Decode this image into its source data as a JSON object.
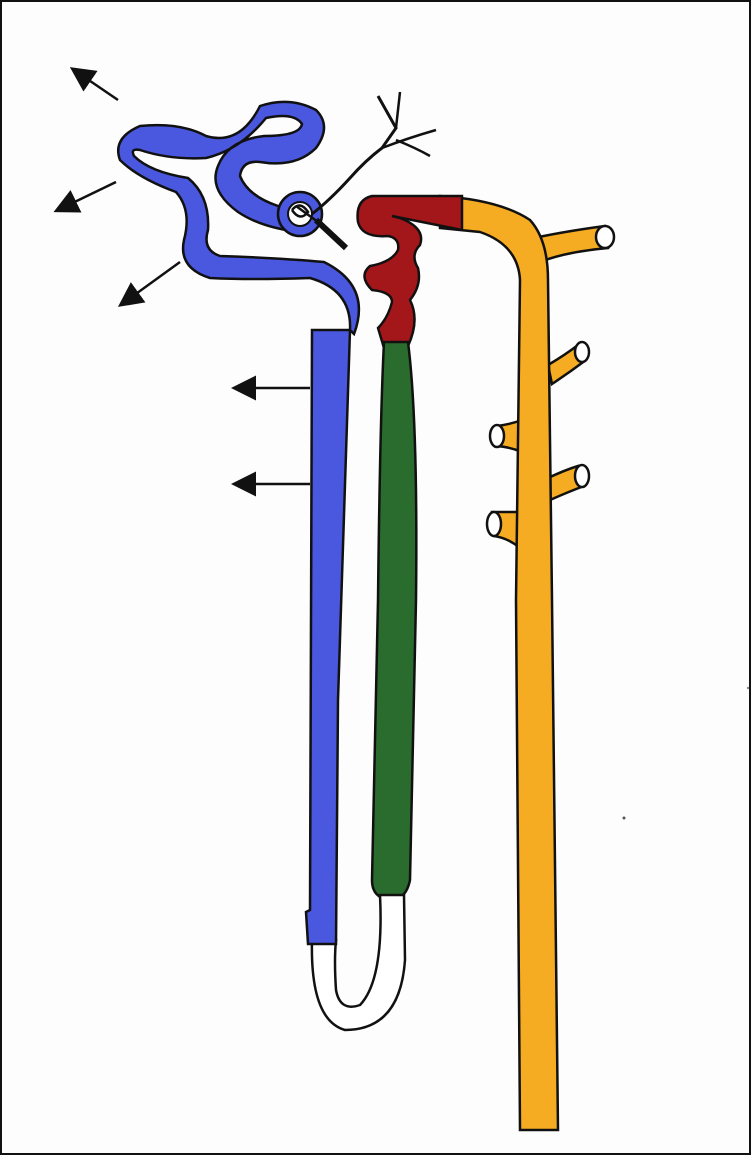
{
  "figure": {
    "subject": "nephron",
    "style": "hand-drawn marker illustration",
    "border": true
  },
  "segments": [
    {
      "id": "proximal-convoluted-tubule",
      "color": "#4a58e0"
    },
    {
      "id": "descending-limb",
      "color": "#4a58e0"
    },
    {
      "id": "thin-loop-of-henle",
      "color": "#ffffff"
    },
    {
      "id": "thick-ascending-limb",
      "color": "#2a6b2e"
    },
    {
      "id": "distal-convoluted-tubule",
      "color": "#a3171a"
    },
    {
      "id": "collecting-duct",
      "color": "#f5ac22"
    }
  ],
  "arrows": {
    "count": 5,
    "direction": "outward-left",
    "unlabeled": true
  },
  "colors": {
    "blue": "#4a58e0",
    "green": "#2a6b2e",
    "red": "#a3171a",
    "orange": "#f5ac22",
    "outline": "#111111",
    "background": "#fdfdfd"
  }
}
